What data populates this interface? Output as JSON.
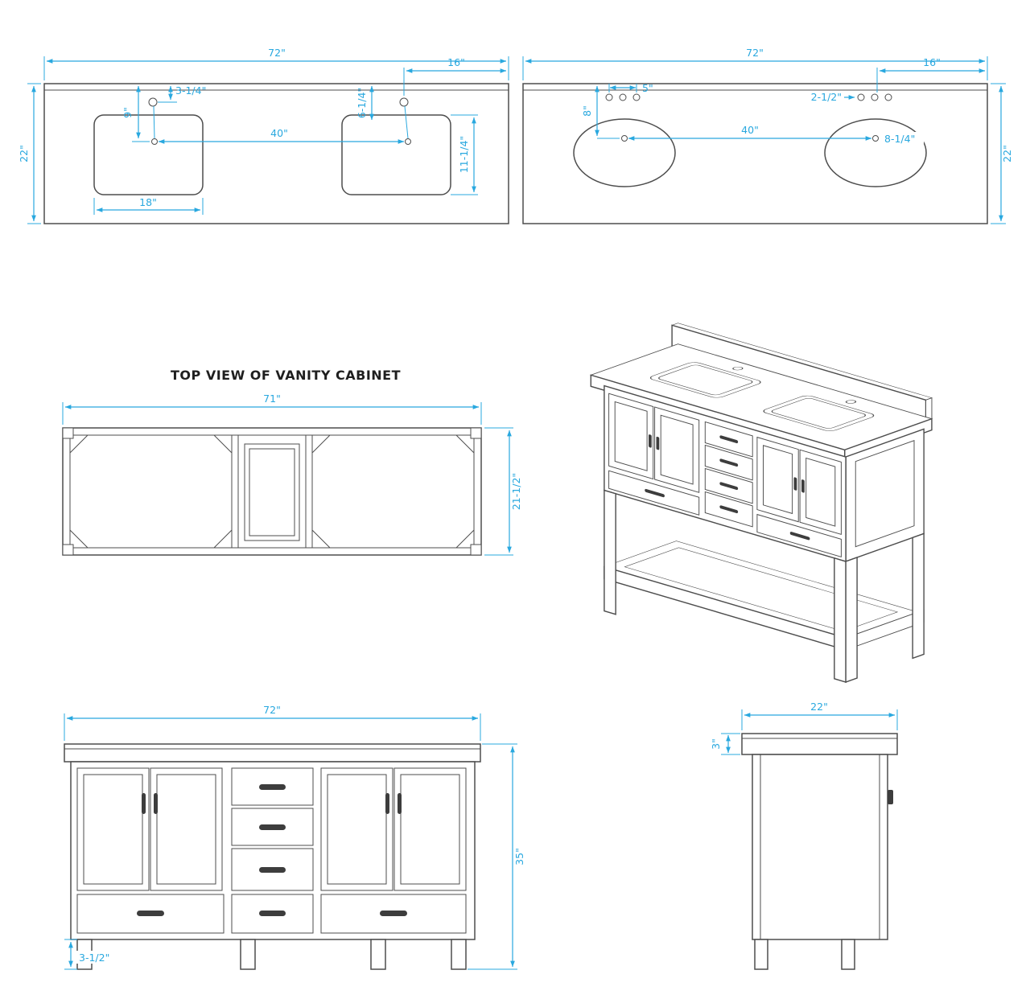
{
  "colors": {
    "dimension": "#29A8DF",
    "drawing_line": "#4d4d4d",
    "background": "#ffffff"
  },
  "rect_top": {
    "width": "72\"",
    "depth": "22\"",
    "hole_offset": "3-1/4\"",
    "hole_setback": "9\"",
    "right_offset": "16\"",
    "faucet_setback": "6-1/4\"",
    "center_span": "40\"",
    "sink_depth": "11-1/4\"",
    "sink_width": "18\""
  },
  "oval_top": {
    "width": "72\"",
    "right_offset": "16\"",
    "bowl_setback": "8\"",
    "faucet_spread": "5\"",
    "faucet_spread_right": "2-1/2\"",
    "center_span": "40\"",
    "bowl_offset": "8-1/4\"",
    "depth": "22\""
  },
  "cabinet_top": {
    "title": "TOP VIEW OF VANITY CABINET",
    "width": "71\"",
    "depth": "21-1/2\""
  },
  "front": {
    "width": "72\"",
    "height": "35\"",
    "leg_height": "3-1/2\""
  },
  "side": {
    "depth": "22\"",
    "counter_thickness": "3\""
  }
}
